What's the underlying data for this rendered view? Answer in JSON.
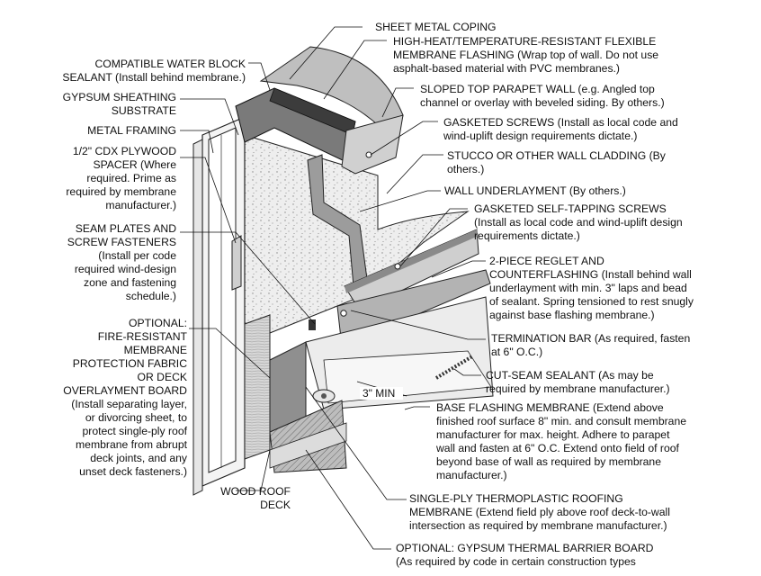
{
  "labels": {
    "sheet_metal_coping": [
      "SHEET METAL COPING"
    ],
    "high_heat_membrane": [
      "HIGH-HEAT/TEMPERATURE-RESISTANT FLEXIBLE",
      "MEMBRANE FLASHING (Wrap top of wall. Do not use",
      "asphalt-based material with PVC membranes.)"
    ],
    "sloped_parapet": [
      "SLOPED TOP PARAPET WALL (e.g. Angled top",
      "channel or overlay with beveled siding. By others.)"
    ],
    "gasketed_screws": [
      "GASKETED SCREWS (Install as local code and",
      "wind-uplift design requirements dictate.)"
    ],
    "stucco_cladding": [
      "STUCCO OR OTHER WALL CLADDING (By",
      "others.)"
    ],
    "wall_underlayment": [
      "WALL UNDERLAYMENT (By others.)"
    ],
    "self_tapping_screws": [
      "GASKETED SELF-TAPPING SCREWS",
      "(Install as local code and wind-uplift design",
      "requirements dictate.)"
    ],
    "reglet": [
      "2-PIECE REGLET AND",
      "COUNTERFLASHING (Install behind wall",
      "underlayment with min. 3\" laps and bead",
      "of sealant. Spring tensioned to rest snugly",
      "against base flashing membrane.)"
    ],
    "termination_bar": [
      "TERMINATION BAR (As required, fasten",
      "at 6\" O.C.)"
    ],
    "cut_seam_sealant": [
      "CUT-SEAM SEALANT (As may be",
      "required by membrane manufacturer.)"
    ],
    "base_flashing": [
      "BASE FLASHING MEMBRANE (Extend above",
      "finished roof surface 8\" min. and consult membrane",
      "manufacturer for max. height. Adhere to parapet",
      "wall and fasten at 6\" O.C. Extend onto field of roof",
      "beyond base of wall as required by membrane",
      "manufacturer.)"
    ],
    "single_ply": [
      "SINGLE-PLY THERMOPLASTIC ROOFING",
      "MEMBRANE (Extend field ply above roof deck-to-wall",
      "intersection as required by membrane manufacturer.)"
    ],
    "gypsum_barrier": [
      "OPTIONAL: GYPSUM THERMAL BARRIER BOARD",
      "(As required by code in certain construction types"
    ],
    "water_block": [
      "COMPATIBLE WATER BLOCK",
      "SEALANT (Install behind membrane.)"
    ],
    "gypsum_sheathing": [
      "GYPSUM SHEATHING",
      "SUBSTRATE"
    ],
    "metal_framing": [
      "METAL FRAMING"
    ],
    "plywood_spacer": [
      "1/2\" CDX PLYWOOD",
      "SPACER (Where",
      "required. Prime as",
      "required by membrane",
      "manufacturer.)"
    ],
    "seam_plates": [
      "SEAM PLATES AND",
      "SCREW FASTENERS",
      "(Install per code",
      "required wind-design",
      "zone and fastening",
      "schedule.)"
    ],
    "fire_resistant": [
      "OPTIONAL:",
      "FIRE-RESISTANT",
      "MEMBRANE",
      "PROTECTION FABRIC",
      "OR DECK",
      "OVERLAYMENT BOARD",
      "(Install separating layer,",
      "or divorcing sheet, to",
      "protect single-ply roof",
      "membrane from abrupt",
      "deck joints, and any",
      "unset deck fasteners.)"
    ],
    "wood_roof_deck": [
      "WOOD ROOF",
      "DECK"
    ]
  },
  "dimension": "3\" MIN"
}
